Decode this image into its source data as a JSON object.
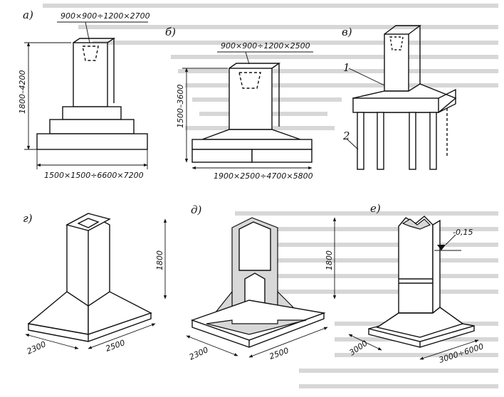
{
  "panels": {
    "a": {
      "label": "а)",
      "top_dim": "900×900÷1200×2700",
      "height_dim": "1800–4200",
      "base_dim": "1500×1500÷6600×7200"
    },
    "b": {
      "label": "б)",
      "top_dim": "900×900÷1200×2500",
      "height_dim": "1500–3600",
      "base_dim": "1900×2500÷4700×5800"
    },
    "v": {
      "label": "в)",
      "callout_1": "1",
      "callout_2": "2"
    },
    "g": {
      "label": "г)",
      "height_dim": "1800",
      "width_dim": "2300",
      "length_dim": "2500"
    },
    "d": {
      "label": "д)",
      "height_dim": "1800",
      "width_dim": "2300",
      "length_dim": "2500"
    },
    "e": {
      "label": "е)",
      "level_mark": "-0,15",
      "width_dim": "3000",
      "length_dim": "3000÷6000"
    }
  }
}
